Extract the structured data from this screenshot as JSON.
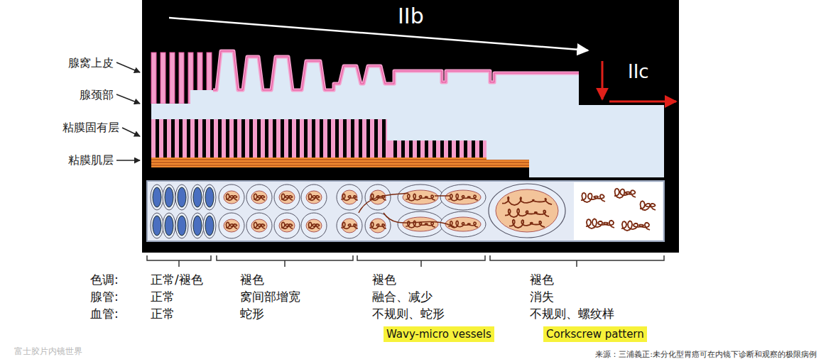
{
  "diagram": {
    "nodes": [
      {
        "text": [
          "Wavy-micro vessels"
        ]
      },
      {
        "text": [
          "Corkscrew pattern"
        ]
      }
    ],
    "labels": [
      "IIb",
      "IIc",
      "腺窝上皮",
      "腺颈部",
      "粘膜固有层",
      "粘膜肌层",
      "色调:",
      "腺管:",
      "血管:",
      "正常/褪色",
      "正常",
      "正常",
      "褪色",
      "窝间部增宽",
      "蛇形",
      "褪色",
      "融合、减少",
      "不规则、蛇形",
      "褪色",
      "消失",
      "不规则、螺纹样",
      "来源：三浦義正:未分化型胃癌可在内镜下诊断和观察的极限病例",
      "富士胶片内镜世界"
    ]
  }
}
